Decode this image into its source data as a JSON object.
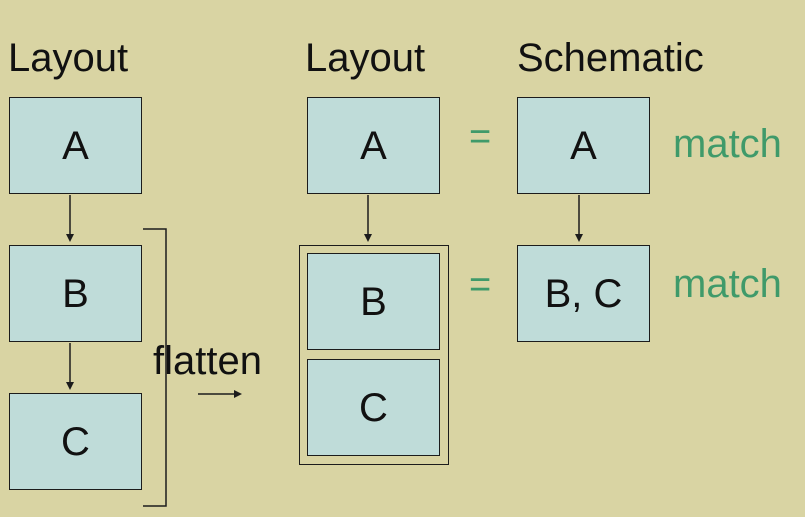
{
  "left_layout": {
    "heading": "Layout",
    "boxes": [
      "A",
      "B",
      "C"
    ]
  },
  "flatten": {
    "label": "flatten"
  },
  "right_layout": {
    "heading": "Layout",
    "box_top": "A",
    "group_boxes": [
      "B",
      "C"
    ]
  },
  "schematic": {
    "heading": "Schematic",
    "box_top": "A",
    "box_bottom": "B, C"
  },
  "comparison": {
    "equals_symbol": "=",
    "results": [
      "match",
      "match"
    ],
    "result_color": "#3f9a6a"
  },
  "colors": {
    "background": "#d9d4a3",
    "box_fill": "#bfdcd9",
    "outline": "#1c1c1c"
  }
}
